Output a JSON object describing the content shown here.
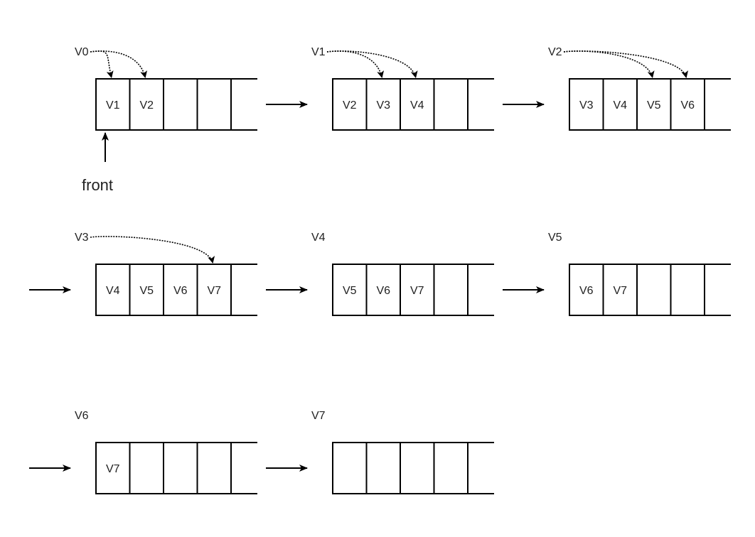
{
  "diagram": {
    "capacity": 5,
    "steps": [
      {
        "vertex": "V0",
        "queue": [
          "V1",
          "V2"
        ],
        "enqueued": [
          "V1",
          "V2"
        ]
      },
      {
        "vertex": "V1",
        "queue": [
          "V2",
          "V3",
          "V4"
        ],
        "enqueued": [
          "V3",
          "V4"
        ]
      },
      {
        "vertex": "V2",
        "queue": [
          "V3",
          "V4",
          "V5",
          "V6"
        ],
        "enqueued": [
          "V5",
          "V6"
        ]
      },
      {
        "vertex": "V3",
        "queue": [
          "V4",
          "V5",
          "V6",
          "V7"
        ],
        "enqueued": [
          "V7"
        ]
      },
      {
        "vertex": "V4",
        "queue": [
          "V5",
          "V6",
          "V7"
        ],
        "enqueued": []
      },
      {
        "vertex": "V5",
        "queue": [
          "V6",
          "V7"
        ],
        "enqueued": []
      },
      {
        "vertex": "V6",
        "queue": [
          "V7"
        ],
        "enqueued": []
      },
      {
        "vertex": "V7",
        "queue": [],
        "enqueued": []
      }
    ],
    "front_label": "front"
  },
  "colors": {
    "stroke": "#000000",
    "text": "#222222",
    "background": "#ffffff"
  }
}
